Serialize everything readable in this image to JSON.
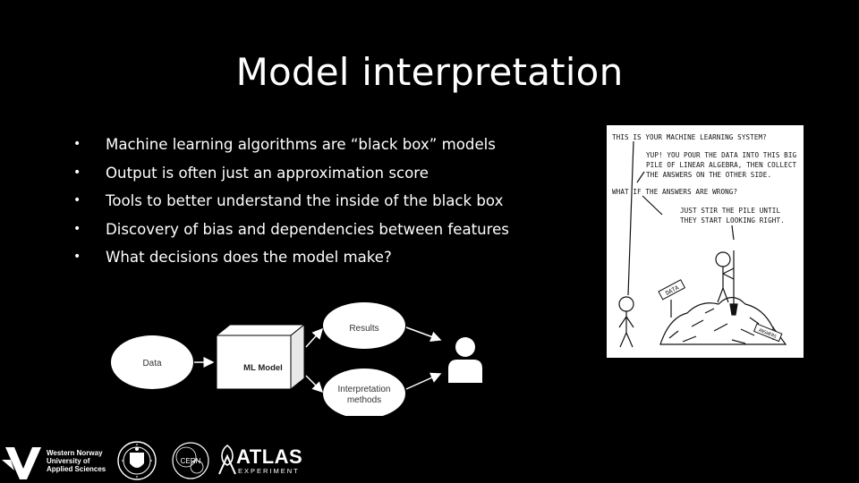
{
  "slide": {
    "title": "Model interpretation",
    "bullets": [
      "Machine learning algorithms are “black box” models",
      "Output is often just an approximation score",
      "Tools to better understand the inside of the black box",
      "Discovery of bias and dependencies between features",
      "What decisions does the model make?"
    ],
    "bullet_glyph": "•"
  },
  "diagram": {
    "data_label": "Data",
    "model_label": "ML Model",
    "results_label": "Results",
    "interp_line1": "Interpretation",
    "interp_line2": "methods",
    "user_icon": "user-icon"
  },
  "comic": {
    "line1": "THIS IS YOUR MACHINE LEARNING SYSTEM?",
    "line2": "YUP! YOU POUR THE DATA INTO THIS BIG",
    "line3": "PILE OF LINEAR ALGEBRA, THEN COLLECT",
    "line4": "THE ANSWERS ON THE OTHER SIDE.",
    "line5": "WHAT IF THE ANSWERS ARE WRONG?",
    "line6": "JUST STIR THE PILE UNTIL",
    "line7": "THEY START LOOKING RIGHT.",
    "sign_data": "DATA",
    "sign_answers": "ANSWERS"
  },
  "logos": {
    "uni_line1": "Western Norway",
    "uni_line2": "University of",
    "uni_line3": "Applied Sciences",
    "cern": "CERN",
    "atlas": "ATLAS",
    "atlas_sub": "EXPERIMENT"
  }
}
